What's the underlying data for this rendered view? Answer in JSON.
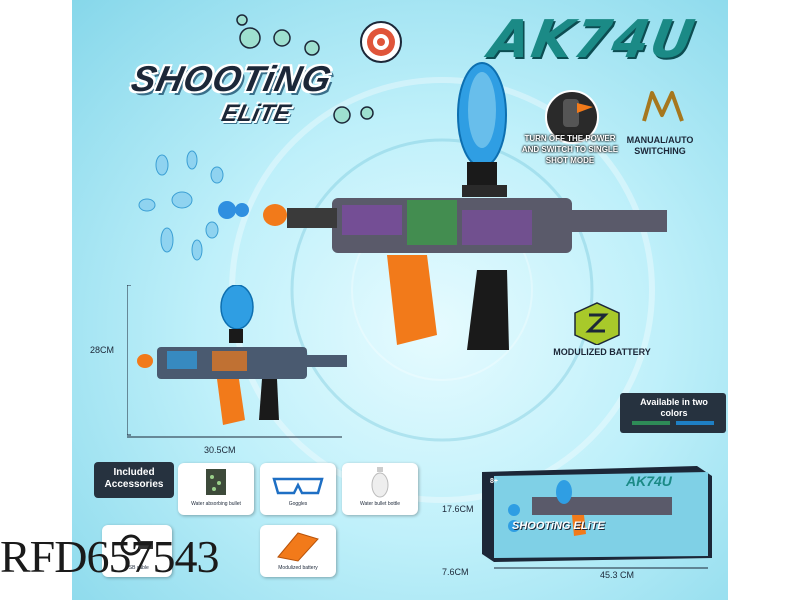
{
  "branding": {
    "logo_line1": "SHOOTiNG",
    "logo_line2": "ELiTE",
    "model": "AK74U"
  },
  "features": {
    "power_callout": "TURN OFF THE POWER AND SWITCH TO SINGLE SHOT MODE",
    "manual_auto": "MANUAL/AUTO SWITCHING",
    "battery": "MODULIZED BATTERY"
  },
  "dimensions": {
    "height": "28CM",
    "width": "30.5CM"
  },
  "colors_available": {
    "text": "Available in two colors",
    "swatches": [
      "#2e8b57",
      "#1e7fc4"
    ]
  },
  "accessories": {
    "header": "Included Accessories",
    "items": [
      {
        "label": "Water absorbing bullet",
        "icon": "water-bullets-pack-icon"
      },
      {
        "label": "Goggles",
        "icon": "goggles-icon"
      },
      {
        "label": "Water bullet bottle",
        "icon": "bullet-bottle-icon"
      },
      {
        "label": "USB cable",
        "icon": "usb-cable-icon"
      },
      {
        "label": "Modulized battery",
        "icon": "battery-module-icon"
      }
    ]
  },
  "box": {
    "height": "17.6CM",
    "depth": "7.6CM",
    "width": "45.3 CM",
    "age": "8+",
    "model": "AK74U",
    "logo": "SHOOTiNG ELiTE"
  },
  "watermark": "RFD657543"
}
